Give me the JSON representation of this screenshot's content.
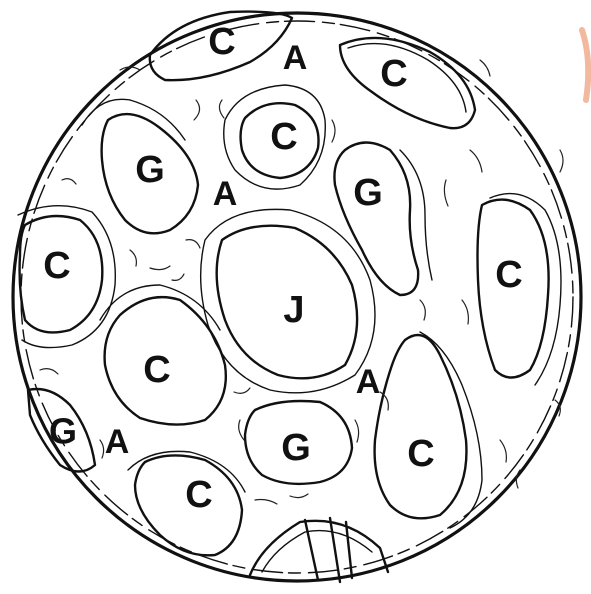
{
  "colors": {
    "ink": "#111111",
    "background": "#ffffff",
    "edge_accent": "#f2b8a0"
  },
  "regions": [
    {
      "label": "C"
    },
    {
      "label": "A"
    },
    {
      "label": "C"
    },
    {
      "label": "C"
    },
    {
      "label": "G"
    },
    {
      "label": "A"
    },
    {
      "label": "G"
    },
    {
      "label": "C"
    },
    {
      "label": "C"
    },
    {
      "label": "J"
    },
    {
      "label": "C"
    },
    {
      "label": "A"
    },
    {
      "label": "G"
    },
    {
      "label": "A"
    },
    {
      "label": "G"
    },
    {
      "label": "C"
    },
    {
      "label": "C"
    }
  ]
}
